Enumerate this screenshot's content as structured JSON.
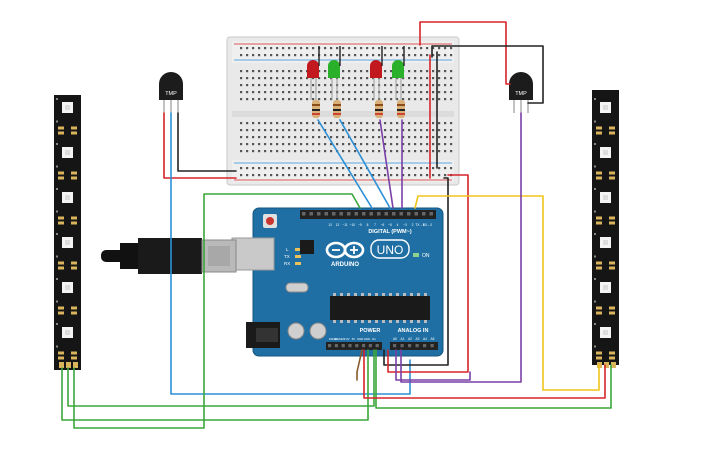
{
  "board": {
    "name": "UNO",
    "brand": "ARDUINO",
    "digital_header": "DIGITAL (PWM~)",
    "power_header": "POWER",
    "analog_header": "ANALOG IN",
    "on_label": "ON",
    "tx_label": "TX",
    "rx_label": "RX",
    "l_label": "L",
    "aref_label": "AREF",
    "gnd_label": "GND",
    "digital_pins": [
      "13",
      "12",
      "~11",
      "~10",
      "~9",
      "8",
      "7",
      "~6",
      "~5",
      "4",
      "~3",
      "2",
      "TX→1",
      "RX←0"
    ],
    "power_pins": [
      "IOREF",
      "RESET",
      "3.3V",
      "5V",
      "GND",
      "GND",
      "Vin"
    ],
    "analog_pins": [
      "A0",
      "A1",
      "A2",
      "A3",
      "A4",
      "A5"
    ]
  },
  "sensors": {
    "left_label": "TMP",
    "right_label": "TMP"
  },
  "leds": {
    "colors": [
      "red",
      "green",
      "red",
      "green"
    ]
  },
  "colors": {
    "board": "#1f6fa4",
    "breadboard": "#ececec",
    "wire_red": "#d6242a",
    "wire_black": "#222222",
    "wire_green": "#3aa63a",
    "wire_blue": "#2d8fd6",
    "wire_purple": "#7b3fa8",
    "wire_yellow": "#f2c31a",
    "wire_brown": "#8a5a2b",
    "led_red": "#c2191f",
    "led_green": "#2bb02b",
    "strip": "#1a1a1a"
  }
}
